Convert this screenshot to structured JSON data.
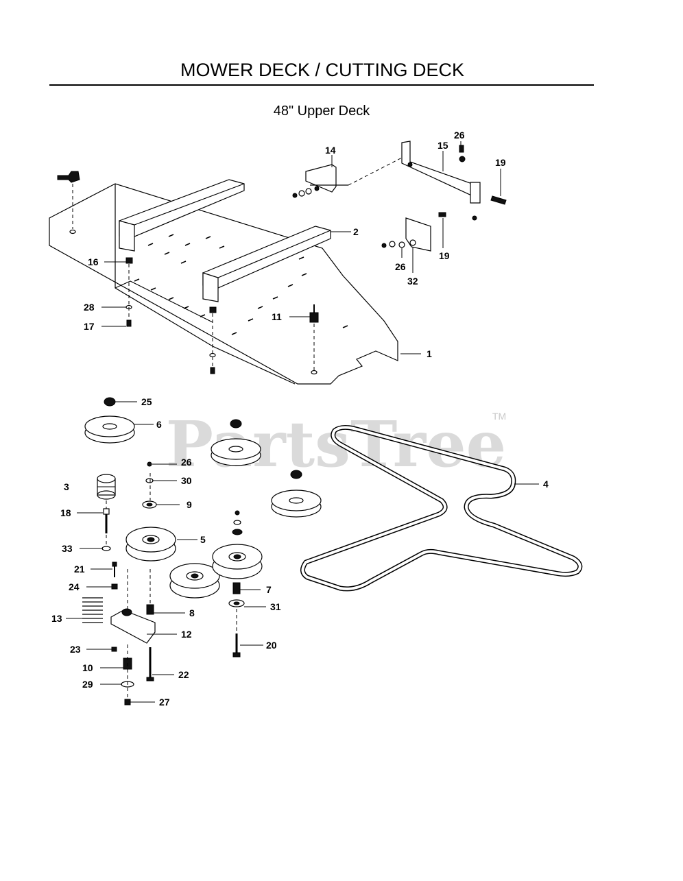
{
  "page": {
    "title": "MOWER DECK / CUTTING DECK",
    "subtitle": "48\" Upper Deck",
    "watermark": "PartsTree",
    "watermark_tm": "TM"
  },
  "callouts": [
    {
      "id": "c1",
      "text": "1"
    },
    {
      "id": "c2",
      "text": "2"
    },
    {
      "id": "c3",
      "text": "3"
    },
    {
      "id": "c4",
      "text": "4"
    },
    {
      "id": "c5",
      "text": "5"
    },
    {
      "id": "c6",
      "text": "6"
    },
    {
      "id": "c7",
      "text": "7"
    },
    {
      "id": "c8",
      "text": "8"
    },
    {
      "id": "c9",
      "text": "9"
    },
    {
      "id": "c10",
      "text": "10"
    },
    {
      "id": "c11",
      "text": "11"
    },
    {
      "id": "c12",
      "text": "12"
    },
    {
      "id": "c13",
      "text": "13"
    },
    {
      "id": "c14",
      "text": "14"
    },
    {
      "id": "c15",
      "text": "15"
    },
    {
      "id": "c16",
      "text": "16"
    },
    {
      "id": "c17",
      "text": "17"
    },
    {
      "id": "c18",
      "text": "18"
    },
    {
      "id": "c19a",
      "text": "19"
    },
    {
      "id": "c19b",
      "text": "19"
    },
    {
      "id": "c20",
      "text": "20"
    },
    {
      "id": "c21",
      "text": "21"
    },
    {
      "id": "c22",
      "text": "22"
    },
    {
      "id": "c23",
      "text": "23"
    },
    {
      "id": "c24",
      "text": "24"
    },
    {
      "id": "c25",
      "text": "25"
    },
    {
      "id": "c26a",
      "text": "26"
    },
    {
      "id": "c26b",
      "text": "26"
    },
    {
      "id": "c26c",
      "text": "26"
    },
    {
      "id": "c27",
      "text": "27"
    },
    {
      "id": "c28",
      "text": "28"
    },
    {
      "id": "c29",
      "text": "29"
    },
    {
      "id": "c30",
      "text": "30"
    },
    {
      "id": "c31",
      "text": "31"
    },
    {
      "id": "c32",
      "text": "32"
    },
    {
      "id": "c33",
      "text": "33"
    }
  ]
}
